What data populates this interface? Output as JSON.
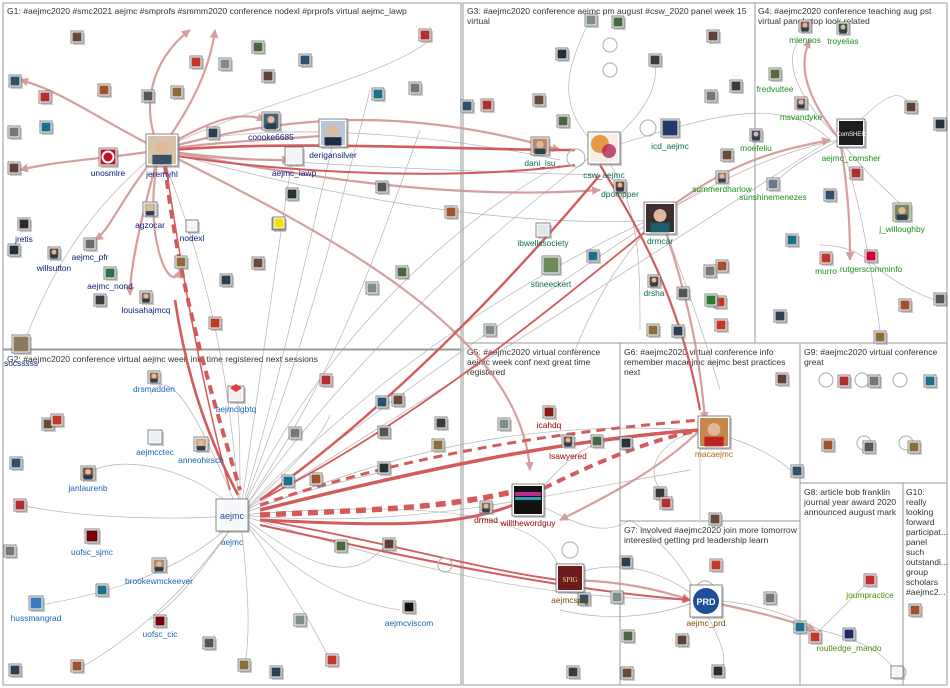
{
  "colors": {
    "g1": "#0b1a7a",
    "g2": "#1565b8",
    "g3": "#0a6b50",
    "g4": "#1a8f1a",
    "g5": "#a00000",
    "g6": "#b7610a",
    "g7": "#7a4e00",
    "g8": "#4f8a00",
    "edge_gray": "#9b9b9b",
    "edge_red": "#d35b5b",
    "edge_pink": "#cf8f8f"
  },
  "groups": [
    {
      "id": "G1",
      "title": "G1: #aejmc2020 #smc2021 aejmc #smprofs #smmm2020 conference nodexl #prprofs virtual aejmc_lawp",
      "title_lines": [
        "G1: #aejmc2020 #smc2021 aejmc #smprofs #smmm2020 conference nodexl #prprofs virtual aejmc_lawp"
      ]
    },
    {
      "id": "G2",
      "title": "G2: #aejmc2020 conference virtual aejmc week info time registered next sessions",
      "title_lines": [
        "G2: #aejmc2020 conference virtual aejmc week info time registered next sessions"
      ]
    },
    {
      "id": "G3",
      "title": "G3: #aejmc2020 conference aejmc pm august #csw_2020 panel week 15 virtual",
      "title_lines": [
        "G3: #aejmc2020 conference aejmc pm august #csw_2020 panel week 15",
        "virtual"
      ]
    },
    {
      "id": "G4",
      "title": "G4: #aejmc2020 conference teaching aug pst virtual panel stop look related",
      "title_lines": [
        "G4: #aejmc2020 conference teaching aug pst",
        "virtual panel stop look related"
      ]
    },
    {
      "id": "G5",
      "title": "G5: #aejmc2020 virtual conference aejmc week conf next great time registered",
      "title_lines": [
        "G5: #aejmc2020 virtual conference",
        "aejmc week conf next great time",
        "registered"
      ]
    },
    {
      "id": "G6",
      "title": "G6: #aejmc2020 virtual conference info remember macaejmc aejmc best practices next",
      "title_lines": [
        "G6: #aejmc2020 virtual conference info",
        "remember macaejmc aejmc best practices",
        "next"
      ]
    },
    {
      "id": "G7",
      "title": "G7: involved #aejmc2020 join more tomorrow interested getting prd leadership learn",
      "title_lines": [
        "G7: involved #aejmc2020 join more tomorrow",
        "interested getting prd leadership learn"
      ]
    },
    {
      "id": "G8",
      "title": "G8: article bob franklin journal year award 2020 announced august mark",
      "title_lines": [
        "G8: article bob franklin",
        "journal year award 2020",
        "announced august mark"
      ]
    },
    {
      "id": "G9",
      "title": "G9: #aejmc2020 virtual conference great",
      "title_lines": [
        "G9: #aejmc2020 virtual conference",
        "great"
      ]
    },
    {
      "id": "G10",
      "title": "G10: really looking forward participat... panel such outstandi... group scholars #aejmc2...",
      "title_lines": [
        "G10:",
        "really",
        "looking",
        "forward",
        "participat...",
        "panel",
        "such",
        "outstandi...",
        "group",
        "scholars",
        "#aejmc2..."
      ]
    }
  ],
  "labels": {
    "jeremyhl": "jeremyhl",
    "unosmlre": "unosmlre",
    "coooke6685": "coooke6685",
    "aejmc_lawp": "aejmc_lawp",
    "derigansilver": "derigansilver",
    "agzocar": "agzocar",
    "nodexl": "nodexl",
    "jretis": "jretis",
    "aejmc_pfr": "aejmc_pfr",
    "willsutton": "willsutton",
    "aejmc_nond": "aejmc_nond",
    "louisahajmcq": "louisahajmcq",
    "socsssss": "socsssss",
    "drsmadden": "drsmadden",
    "aejmclgbtq": "aejmclgbtq",
    "aejmcctec": "aejmcctec",
    "anneohirsch": "anneohirsch",
    "janlaurenb": "janlaurenb",
    "aejmc": "aejmc",
    "uofsc_sjmc": "uofsc_sjmc",
    "brookewmckeever": "brookewmckeever",
    "hussmangrad": "hussmangrad",
    "uofsc_cic": "uofsc_cic",
    "aejmcviscom": "aejmcviscom",
    "dani_isu": "dani_isu",
    "csw_aejmc": "csw_aejmc",
    "icd_aejmc": "icd_aejmc",
    "dpompper": "dpompper",
    "drmcar": "drmcar",
    "ibwellssociety": "ibwellssociety",
    "stineeckert": "stineeckert",
    "drsha": "drsha",
    "mlennos": "mlennos",
    "troyelias": "troyelias",
    "fredvultee": "fredvultee",
    "msvandyke": "msvandyke",
    "moefeliu": "moefeliu",
    "aejmc_comsher": "aejmc_comsher",
    "summerdharlow": "summerdharlow",
    "sunshinemenezes": "sunshinemenezes",
    "j_willoughby": "j_willoughby",
    "murro": "murro",
    "rutgerscomminfo": "rutgerscomminfo",
    "icahdq": "icahdq",
    "lsawyered": "lsawyered",
    "drmad": "drmad",
    "willthewordguy": "willthewordguy",
    "aejmcspig": "aejmcspig",
    "macaejmc": "macaejmc",
    "aejmc_prd": "aejmc_prd",
    "joumpractice": "joumpractice",
    "routledge_mando": "routledge_mando"
  },
  "badges": {
    "aejmc_logo": "aejmc",
    "prd_logo": "PRD",
    "comsher_text": "ComSHER",
    "spig_text": "SPIG"
  }
}
